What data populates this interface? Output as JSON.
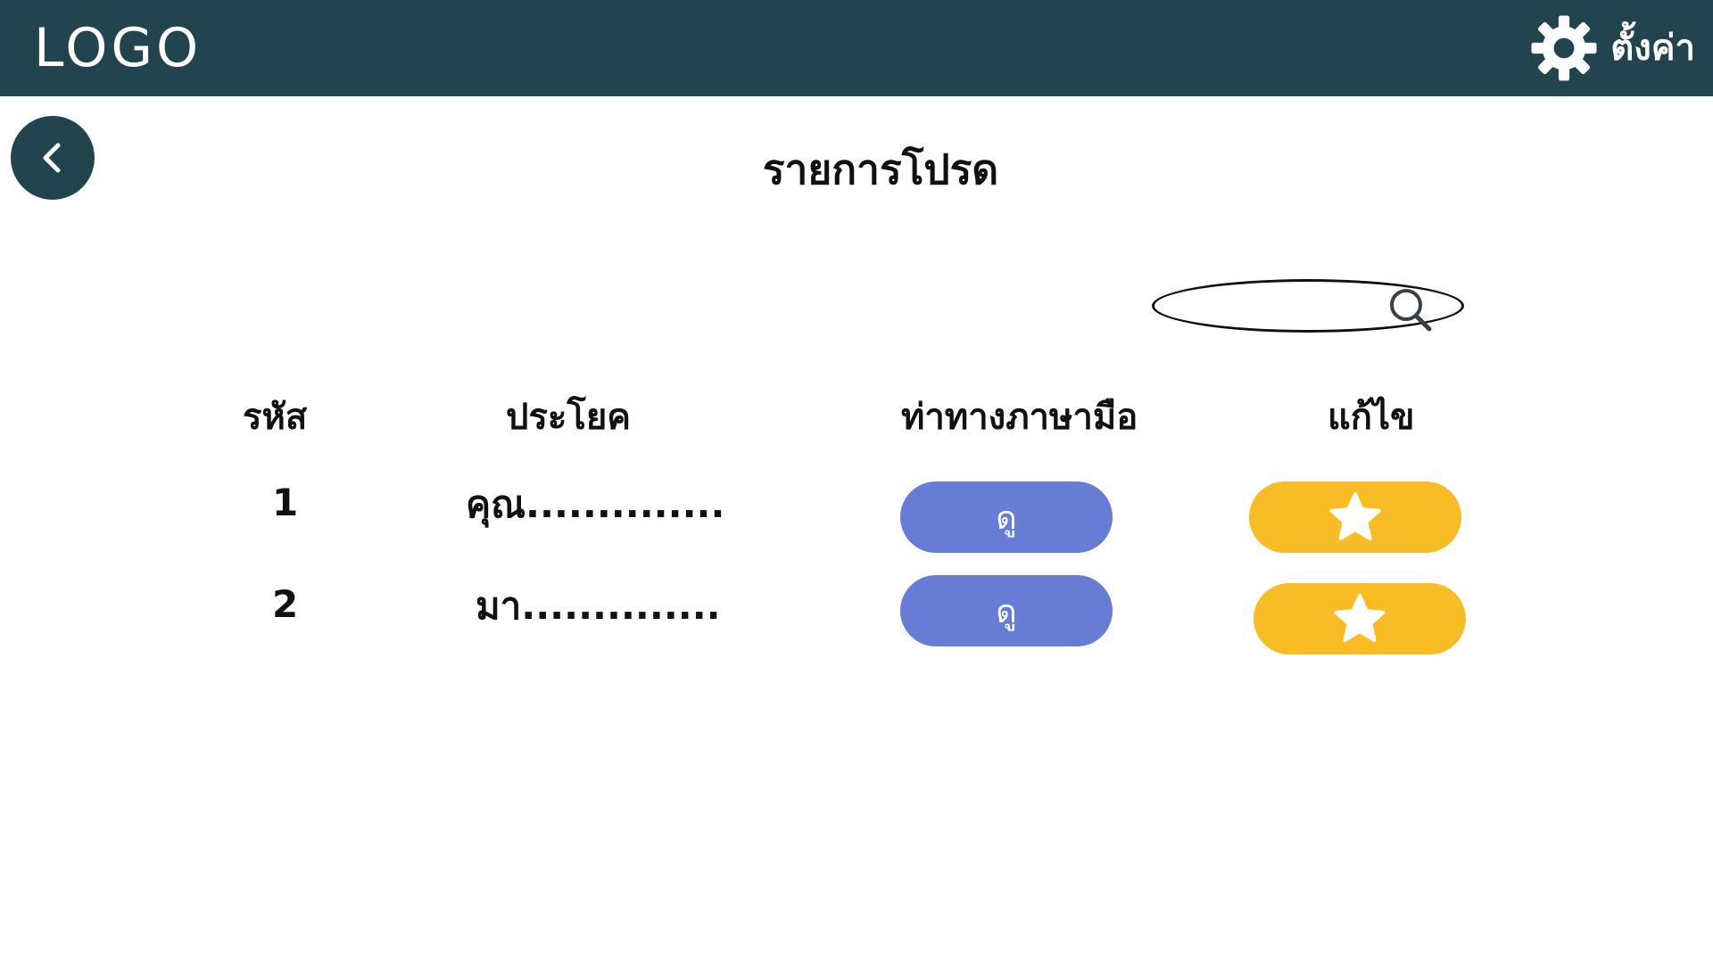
{
  "header": {
    "logo": "LOGO",
    "settings_label": "ตั้งค่า"
  },
  "page": {
    "title": "รายการโปรด"
  },
  "search": {
    "value": "",
    "placeholder": ""
  },
  "table": {
    "columns": [
      "รหัส",
      "ประโยค",
      "ท่าทางภาษามือ",
      "แก้ไข"
    ],
    "rows": [
      {
        "id": "1",
        "sentence": "คุณ..............",
        "view_label": "ดู",
        "favorited": true
      },
      {
        "id": "2",
        "sentence": "มา..............",
        "view_label": "ดู",
        "favorited": true
      }
    ]
  },
  "colors": {
    "header_bg": "#22444f",
    "view_button": "#677dd5",
    "favorite_button": "#f8bd24"
  },
  "icons": {
    "settings": "gear-icon",
    "back": "chevron-left-icon",
    "search": "search-icon",
    "favorite": "star-icon"
  }
}
